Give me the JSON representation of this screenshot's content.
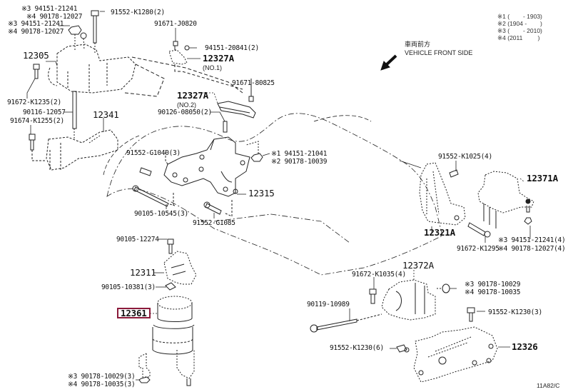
{
  "diagram": {
    "legend": [
      {
        "mark": "※1",
        "range": "(        - 1903)"
      },
      {
        "mark": "※2",
        "range": "(1904 -        )"
      },
      {
        "mark": "※3",
        "range": "(        - 2010)"
      },
      {
        "mark": "※4",
        "range": "(2011         )"
      }
    ],
    "direction": {
      "japanese": "車両前方",
      "english": "VEHICLE FRONT SIDE",
      "icon": "arrow-down-left-icon"
    },
    "highlight_color": "#8b1a3a",
    "figure_code": "11A82/C",
    "parts": {
      "p12305": "12305",
      "p12341": "12341",
      "p12327A_1": "12327A",
      "p12327A_1_note": "(NO.1)",
      "p12327A_2": "12327A",
      "p12327A_2_note": "(NO.2)",
      "p12315": "12315",
      "p12311": "12311",
      "p12361": "12361",
      "p12321A": "12321A",
      "p12371A": "12371A",
      "p12372A": "12372A",
      "p12326": "12326"
    },
    "fasteners": {
      "f1a": "※3 94151-21241",
      "f1b": "※4 90178-12027",
      "f2a": "※3 94151-21241",
      "f2b": "※4 90178-12027",
      "f3": "91552-K1280(2)",
      "f4": "91671-J0820",
      "f5": "94151-20841(2)",
      "f6": "91671-80825",
      "f7": "91672-K1235(2)",
      "f8": "90116-12057",
      "f9": "91674-K1255(2)",
      "f10": "90126-08050(2)",
      "f11": "91552-G1040(3)",
      "f12a": "※1 94151-21041",
      "f12b": "※2 90178-10039",
      "f13": "90105-10545(3)",
      "f14": "91552-G1085",
      "f15": "91552-K1025(4)",
      "f16a": "※3 94151-21241(4)",
      "f16b": "※4 90178-12027(4)",
      "f17": "91672-K1295",
      "f18": "90105-12274",
      "f19": "90105-10381(3)",
      "f20a": "※3 90178-10029(3)",
      "f20b": "※4 90178-10035(3)",
      "f21": "91672-K1035(4)",
      "f22a": "※3 90178-10029",
      "f22b": "※4 90178-10035",
      "f23": "90119-10989",
      "f24": "91552-K1230(3)",
      "f25": "91552-K1230(6)"
    }
  }
}
